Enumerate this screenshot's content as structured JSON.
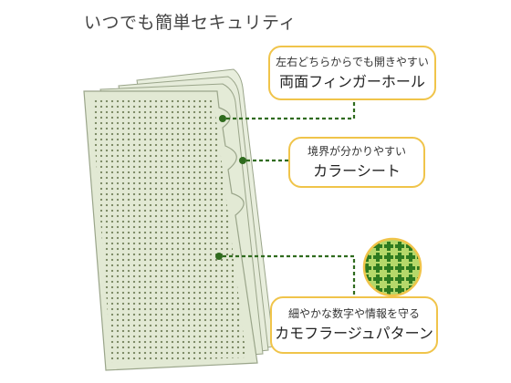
{
  "title": "いつでも簡単セキュリティ",
  "colors": {
    "sheet_fill": "#e5ecd9",
    "sheet_stroke": "#9aa58a",
    "dot": "#6b7a52",
    "leader": "#2f6b1e",
    "callout_border": "#f0c44a",
    "camo_light": "#b5d86a",
    "camo_dark": "#2e7a1f"
  },
  "callouts": {
    "finger_hole": {
      "subtitle": "左右どちらからでも開きやすい",
      "label": "両面フィンガーホール"
    },
    "color_sheet": {
      "subtitle": "境界が分かりやすい",
      "label": "カラーシート"
    },
    "camo_pattern": {
      "subtitle": "細やかな数字や情報を守る",
      "label": "カモフラージュパターン"
    }
  }
}
